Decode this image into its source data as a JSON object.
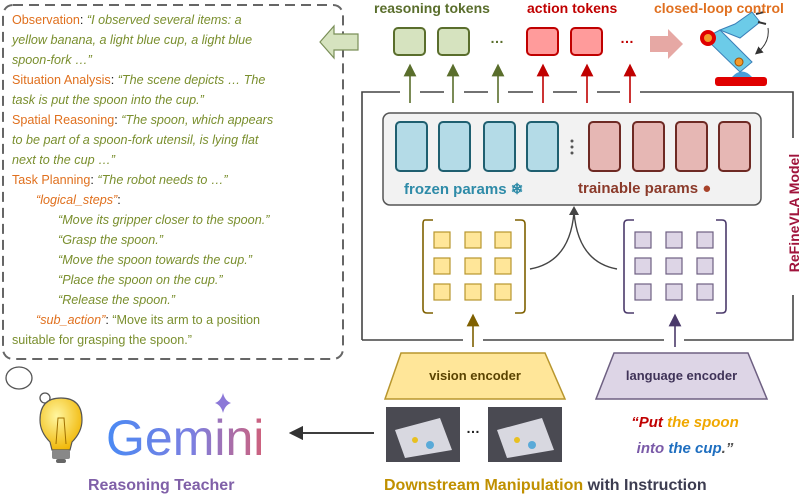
{
  "reasoning_box": {
    "observation": {
      "key": "Observation",
      "text": "“I observed several items: a",
      "text2": "yellow banana, a light blue cup, a light blue",
      "text3": "spoon-fork …”"
    },
    "situation": {
      "key": "Situation Analysis",
      "text": "“The scene depicts … The",
      "text2": "task is put the spoon into the cup.”"
    },
    "spatial": {
      "key": "Spatial Reasoning",
      "text": "“The spoon, which appears",
      "text2": "to be part of a spoon-fork utensil, is lying flat",
      "text3": "next to the cup …”"
    },
    "planning": {
      "key": "Task Planning",
      "text": "“The robot needs to …”"
    },
    "logical_steps_key": "“logical_steps”",
    "logical_steps": [
      "“Move its gripper closer to the spoon.”",
      "“Grasp the spoon.”",
      "“Move the spoon towards the cup.”",
      "“Place the spoon on the cup.”",
      "“Release the spoon.”"
    ],
    "sub_action_key": "“sub_action”",
    "sub_action": "“Move its arm to a position",
    "sub_action2": "suitable for grasping the spoon.”"
  },
  "tokens": {
    "reasoning_label": "reasoning tokens",
    "action_label": "action tokens",
    "control_label": "closed-loop control",
    "ellipsis": "…"
  },
  "model": {
    "name": "ReFineVLA Model",
    "frozen_label": "frozen params",
    "trainable_label": "trainable params",
    "frozen_icon": "snowflake-icon",
    "trainable_icon": "flame-icon"
  },
  "encoders": {
    "vision": "vision encoder",
    "language": "language encoder",
    "frames_ellipsis": "…"
  },
  "instruction": {
    "open_quote": "“",
    "put": "Put",
    "the_spoon": " the spoon",
    "into": "into",
    "the_cup": " the cup",
    "close": ".”"
  },
  "teacher": {
    "logo": "Gemini",
    "caption": "Reasoning Teacher"
  },
  "footer": {
    "part1": "Downstream Manipulation",
    "part2": " with Instruction"
  },
  "colors": {
    "reasoning": "#5a6e2c",
    "action": "#c00000",
    "control": "#e07020",
    "frozen": "#2e8ba8",
    "trainable": "#8b3a2a",
    "model": "#a0143c",
    "vision": "#ffe699",
    "language": "#ddd5e6"
  }
}
